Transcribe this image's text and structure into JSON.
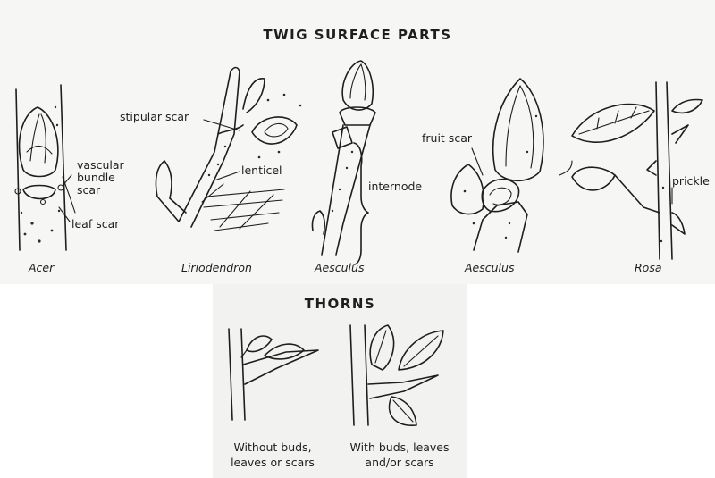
{
  "titles": {
    "main": "TWIG SURFACE PARTS",
    "thorns": "THORNS"
  },
  "labels": {
    "vascular_bundle_scar": [
      "vascular",
      "bundle",
      "scar"
    ],
    "leaf_scar": "leaf scar",
    "stipular_scar": "stipular scar",
    "lenticel": "lenticel",
    "internode": "internode",
    "fruit_scar": "fruit scar",
    "prickle": "prickle"
  },
  "captions": [
    "Acer",
    "Liriodendron",
    "Aesculus",
    "Aesculus",
    "Rosa"
  ],
  "thorn_captions": [
    [
      "Without buds,",
      "leaves or scars"
    ],
    [
      "With buds, leaves",
      "and/or scars"
    ]
  ]
}
